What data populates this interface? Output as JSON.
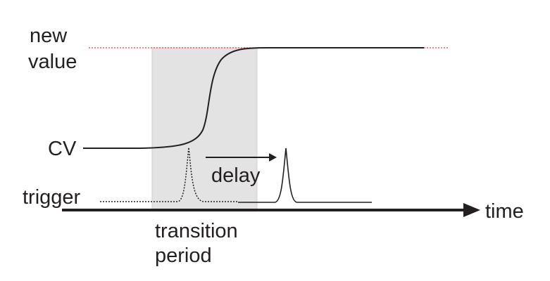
{
  "labels": {
    "new_value_line1": "new",
    "new_value_line2": "value",
    "cv": "CV",
    "trigger": "trigger",
    "delay": "delay",
    "time": "time",
    "transition_line1": "transition",
    "transition_line2": "period"
  },
  "colors": {
    "ink": "#231f20",
    "reference_line": "#e8433d",
    "shaded_region": "#e3e3e3"
  }
}
